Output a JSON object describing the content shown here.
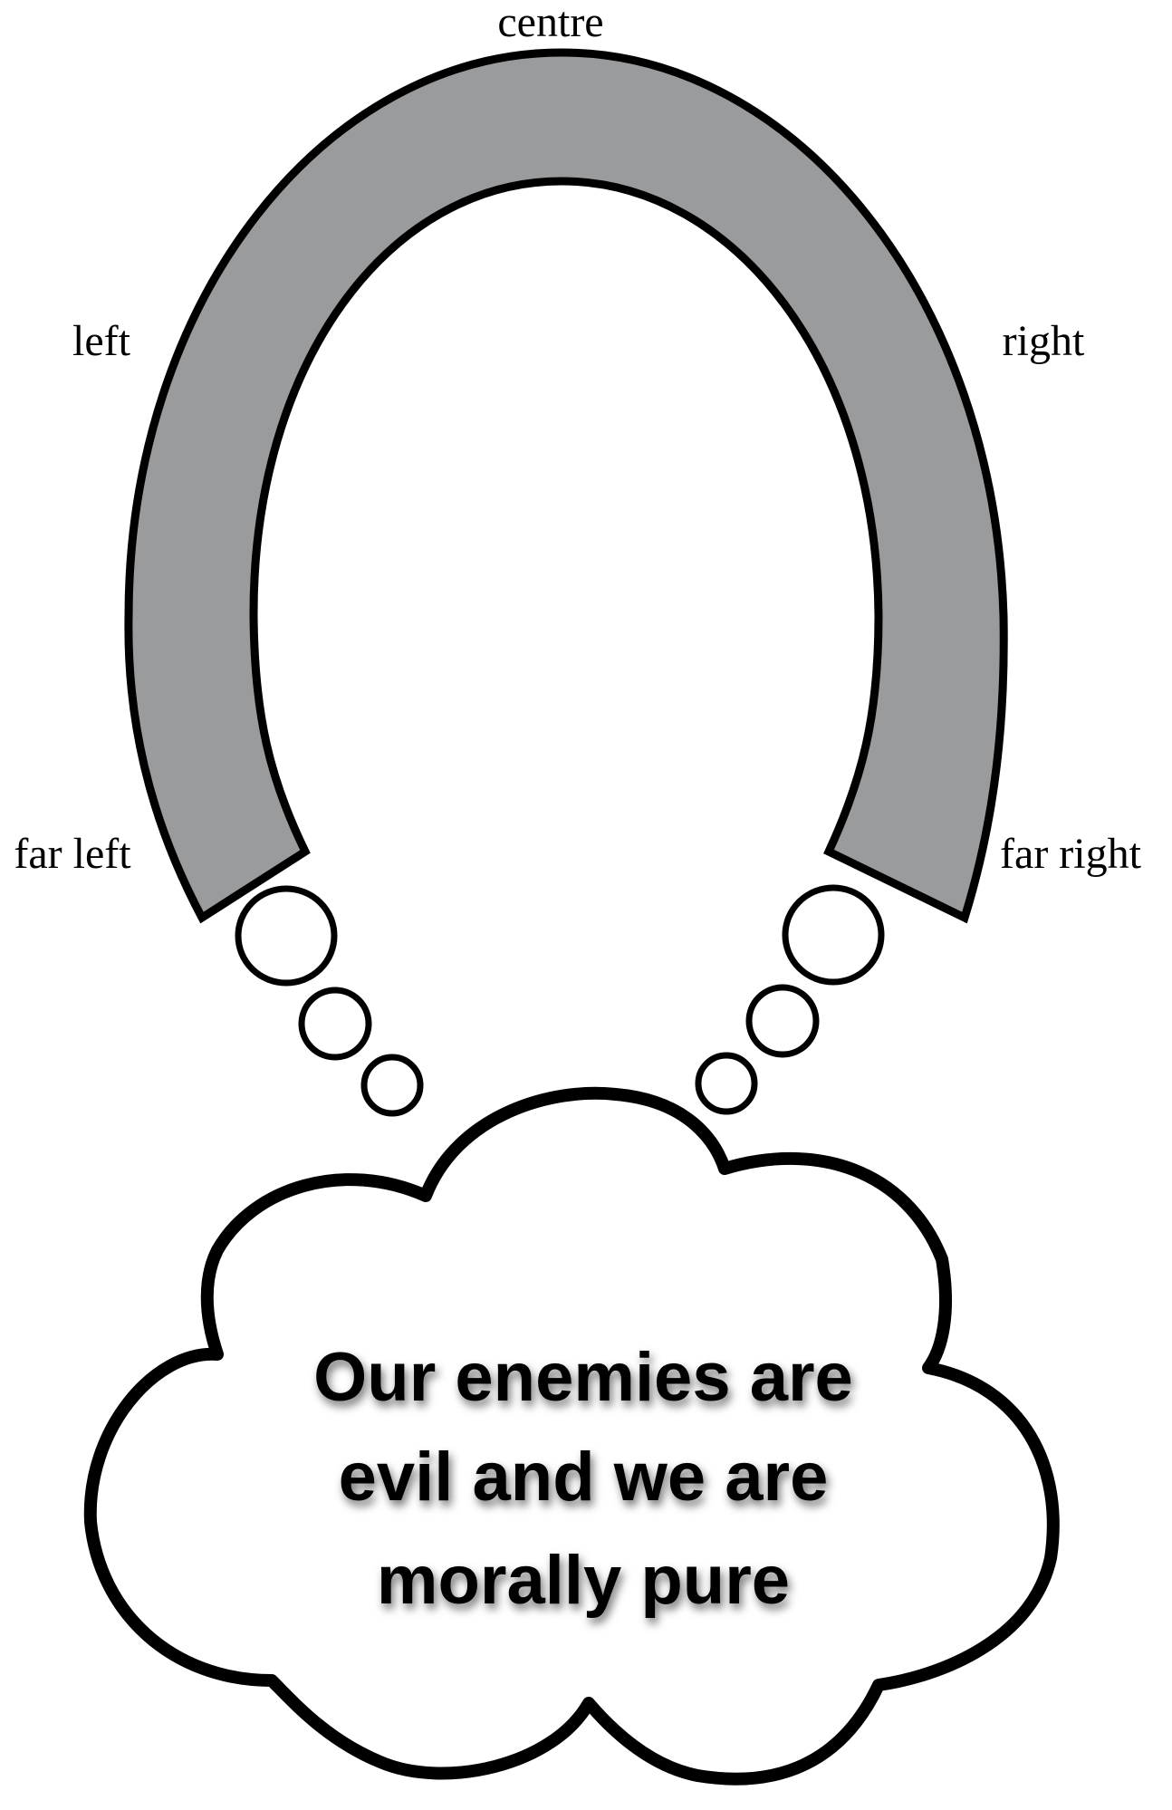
{
  "labels": {
    "centre": "centre",
    "left": "left",
    "right": "right",
    "far_left": "far left",
    "far_right": "far right"
  },
  "thought": {
    "lines": [
      "Our enemies are",
      "evil and we are",
      "morally pure"
    ]
  },
  "colors": {
    "horseshoe_fill": "#9a9b9d",
    "outline": "#000000",
    "background": "#ffffff"
  }
}
